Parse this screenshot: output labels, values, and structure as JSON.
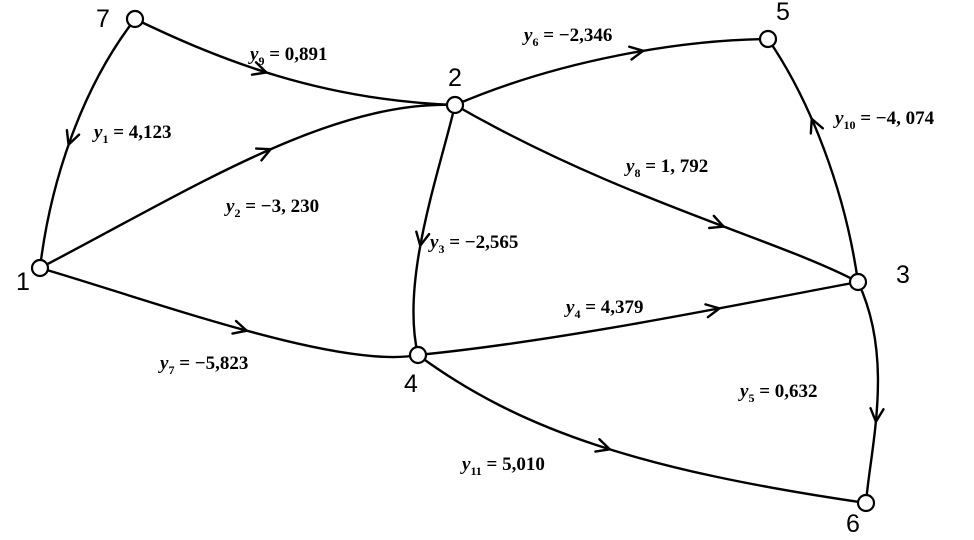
{
  "diagram": {
    "nodes": [
      {
        "id": "1",
        "label": "1"
      },
      {
        "id": "2",
        "label": "2"
      },
      {
        "id": "3",
        "label": "3"
      },
      {
        "id": "4",
        "label": "4"
      },
      {
        "id": "5",
        "label": "5"
      },
      {
        "id": "6",
        "label": "6"
      },
      {
        "id": "7",
        "label": "7"
      }
    ],
    "edges": [
      {
        "id": "y1",
        "from": "7",
        "to": "1",
        "var": "y",
        "sub": "1",
        "value": "4,123"
      },
      {
        "id": "y2",
        "from": "1",
        "to": "2",
        "var": "y",
        "sub": "2",
        "value": "−3, 230"
      },
      {
        "id": "y3",
        "from": "2",
        "to": "4",
        "var": "y",
        "sub": "3",
        "value": "−2,565"
      },
      {
        "id": "y4",
        "from": "4",
        "to": "3",
        "var": "y",
        "sub": "4",
        "value": "4,379"
      },
      {
        "id": "y5",
        "from": "3",
        "to": "6",
        "var": "y",
        "sub": "5",
        "value": "0,632"
      },
      {
        "id": "y6",
        "from": "2",
        "to": "5",
        "var": "y",
        "sub": "6",
        "value": "−2,346"
      },
      {
        "id": "y7",
        "from": "1",
        "to": "4",
        "var": "y",
        "sub": "7",
        "value": "−5,823"
      },
      {
        "id": "y8",
        "from": "2",
        "to": "3",
        "var": "y",
        "sub": "8",
        "value": "1, 792"
      },
      {
        "id": "y9",
        "from": "7",
        "to": "2",
        "var": "y",
        "sub": "9",
        "value": "0,891"
      },
      {
        "id": "y10",
        "from": "3",
        "to": "5",
        "var": "y",
        "sub": "10",
        "value": "−4, 074"
      },
      {
        "id": "y11",
        "from": "4",
        "to": "6",
        "var": "y",
        "sub": "11",
        "value": "5,010"
      }
    ]
  }
}
